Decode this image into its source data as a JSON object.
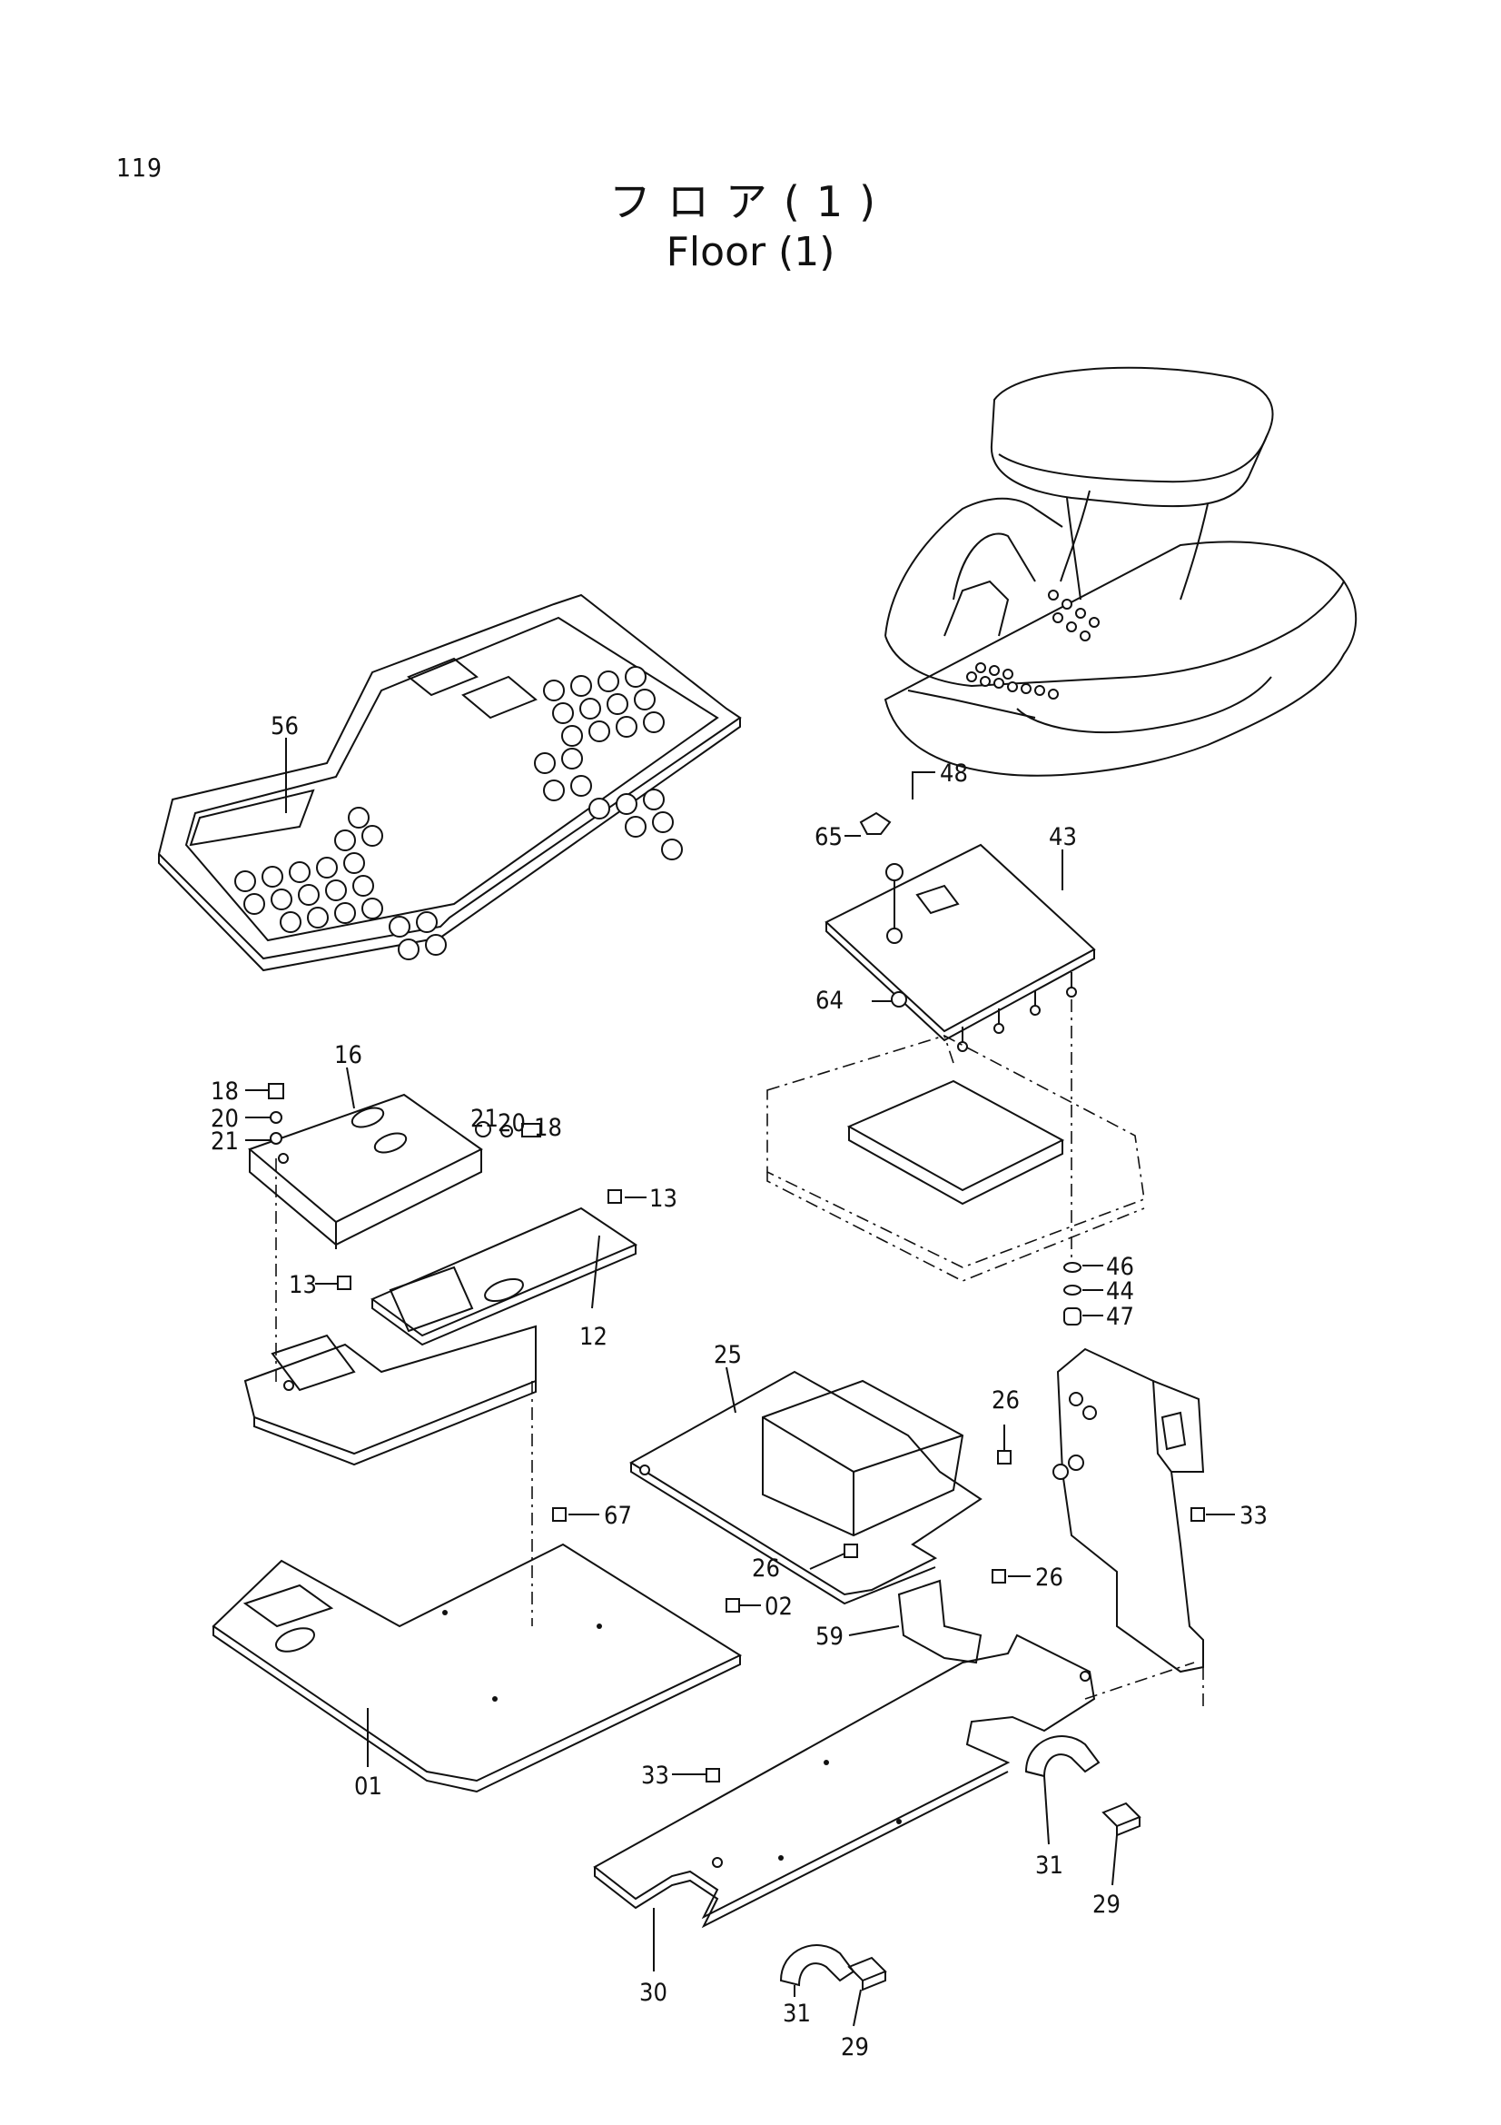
{
  "page_number": "119",
  "title_jp": "フロア(1)",
  "title_en": "Floor (1)",
  "callouts": [
    {
      "id": "56",
      "text": "56"
    },
    {
      "id": "48",
      "text": "48"
    },
    {
      "id": "65",
      "text": "65"
    },
    {
      "id": "43",
      "text": "43"
    },
    {
      "id": "64",
      "text": "64"
    },
    {
      "id": "16",
      "text": "16"
    },
    {
      "id": "18a",
      "text": "18"
    },
    {
      "id": "20a",
      "text": "20"
    },
    {
      "id": "21a",
      "text": "21"
    },
    {
      "id": "21b",
      "text": "21"
    },
    {
      "id": "20b",
      "text": "20"
    },
    {
      "id": "18b",
      "text": "18"
    },
    {
      "id": "13a",
      "text": "13"
    },
    {
      "id": "13b",
      "text": "13"
    },
    {
      "id": "12",
      "text": "12"
    },
    {
      "id": "46",
      "text": "46"
    },
    {
      "id": "44",
      "text": "44"
    },
    {
      "id": "47",
      "text": "47"
    },
    {
      "id": "25",
      "text": "25"
    },
    {
      "id": "26a",
      "text": "26"
    },
    {
      "id": "26b",
      "text": "26"
    },
    {
      "id": "26c",
      "text": "26"
    },
    {
      "id": "33a",
      "text": "33"
    },
    {
      "id": "67",
      "text": "67"
    },
    {
      "id": "02",
      "text": "02"
    },
    {
      "id": "59",
      "text": "59"
    },
    {
      "id": "01",
      "text": "01"
    },
    {
      "id": "33b",
      "text": "33"
    },
    {
      "id": "31a",
      "text": "31"
    },
    {
      "id": "29a",
      "text": "29"
    },
    {
      "id": "30",
      "text": "30"
    },
    {
      "id": "31b",
      "text": "31"
    },
    {
      "id": "29b",
      "text": "29"
    }
  ]
}
